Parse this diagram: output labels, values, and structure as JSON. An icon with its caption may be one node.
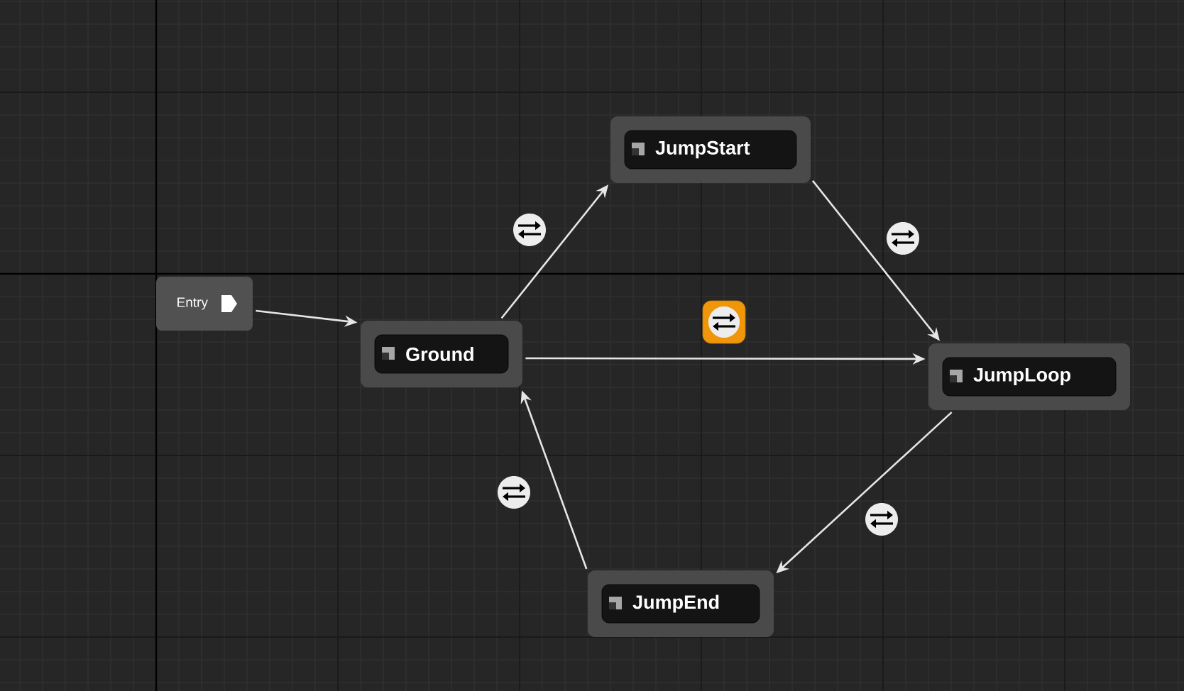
{
  "diagram": {
    "nodes": [
      {
        "text": [
          "Entry"
        ]
      },
      {
        "text": [
          "Ground"
        ]
      },
      {
        "text": [
          "JumpStart"
        ]
      },
      {
        "text": [
          "JumpLoop"
        ]
      },
      {
        "text": [
          "JumpEnd"
        ]
      }
    ],
    "edges": [
      {
        "from": 0,
        "to": 1,
        "arrow": "to"
      },
      {
        "from": 1,
        "to": 2,
        "arrow": "to"
      },
      {
        "from": 2,
        "to": 3,
        "arrow": "to"
      },
      {
        "from": 1,
        "to": 3,
        "arrow": "to"
      },
      {
        "from": 3,
        "to": 4,
        "arrow": "to"
      },
      {
        "from": 4,
        "to": 1,
        "arrow": "to"
      }
    ]
  }
}
